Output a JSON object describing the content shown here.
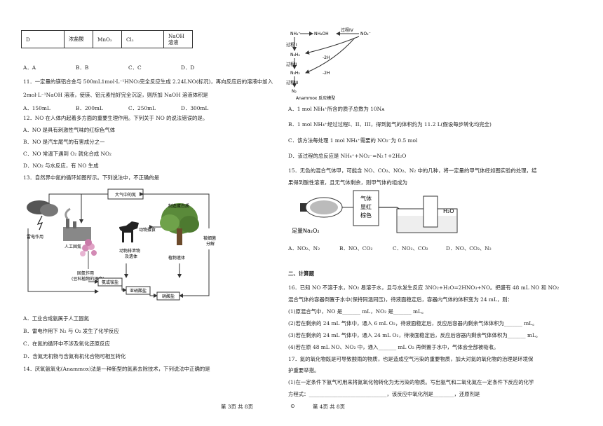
{
  "left": {
    "table_row": [
      "D",
      "浓盐酸",
      "MnO₂",
      "Cl₂",
      "NaOH 溶液"
    ],
    "q10_opts": [
      "A．A",
      "B．B",
      "C．C",
      "D．D"
    ],
    "q11_line1": "11．一定量的镁铝合金与 500mL1mol·L⁻¹HNO₃完全反应生成 2.24LNO(标况)，再向反应后的溶液中加入",
    "q11_line2": "2mol·L⁻¹NaOH 溶液，使镁、铝元素恰好完全沉淀，则所加 NaOH 溶液体积是",
    "q11_opts": [
      "A．150mL",
      "B．200mL",
      "C．250mL",
      "D．300mL"
    ],
    "q12_stem": "12．NO 在人体内起着多方面的重要生理作用。下列关于 NO 的说法错误的是。",
    "q12_opts": [
      "A．NO 是具有刺激性气味的红棕色气体",
      "B．NO 是汽车尾气的有害成分之一",
      "C．NO 常温下遇到 O₂ 就化合成 NO₂",
      "D．NO₂ 与水反应，有 NO 生成"
    ],
    "q13_stem": "13．自然界中氮的循环如图所示。下列说法中，不正确的是",
    "fig13": {
      "top": "大气中的氮",
      "lightning": "雷电作用",
      "artificial": "人工固氮",
      "fixation": "固氮作用",
      "legume": "(豆科植物的根瘤)",
      "animal_protein": "动物摄食",
      "excreta": "动物排泄物",
      "remains": "及遗体",
      "plant_remains": "植物遗体",
      "make_protein": "制造蛋白质",
      "bacteria1": "被细菌",
      "bacteria2": "分解",
      "ammonium": "氨或铵盐",
      "nitrite": "亚硝酸盐",
      "nitrate": "硝酸盐"
    },
    "q13_opts": [
      "A．工业合成氨属于人工固氮",
      "B．雷电作用下 N₂ 与 O₂ 发生了化学反应",
      "C．在氮的循环中不涉及氧化还原反应",
      "D．含氮无机物与含氮有机化合物可相互转化"
    ],
    "q14_stem": "14．厌氧氨氧化(Anammox)法是一种新型的氮素去除技术，下列说法中正确的是",
    "footer": "第 3页  共 8页"
  },
  "right": {
    "fig14": {
      "nh4": "NH₄⁺",
      "nh2oh": "NH₂OH",
      "proc4": "过程IV",
      "no2": "NO₂⁻",
      "proc1": "过程 I",
      "n2h4": "N₂H₄",
      "proc2": "过程II",
      "n2h2": "N₂H₂",
      "proc3": "过程III",
      "n2": "N₂",
      "minus2h_a": "-2H",
      "minus2h_b": "-2H",
      "caption": "Anammox 反应模型"
    },
    "q14_opts": [
      "A．1 mol NH₄⁺所含的质子总数为 10Nᴀ",
      "B．1 mol NH₄⁺经过过程I、II、III，得到氮气的体积约为 11.2 L(假设每步转化均完全)",
      "C．该方法每处理 1 mol NH₄⁺需要的 NO₂⁻为 0.5 mol",
      "D．该过程的总反应是 NH₄⁺+NO₂⁻=N₂↑+2H₂O"
    ],
    "q15_line1": "15．无色的混合气体甲，可能含 NO、CO₂、NO₂、N₂ 中的几种，将一定量的甲气体经如图实验的处理，结",
    "q15_line2": "果得到酸性溶液，且无气体剩余，则甲气体的组成为",
    "fig15": {
      "na2o2": "足量Na₂O₂",
      "gas1": "气体",
      "gas2": "显红",
      "gas3": "棕色",
      "h2o": "H₂O"
    },
    "q15_opts": [
      "A．NO₂、N₂",
      "B．NO、CO₂",
      "C．NO₂、CO₂",
      "D．NO、CO₂、N₂"
    ],
    "section2": "二、计算题",
    "q16_line1": "16．已知 NO 不溶于水，NO₂ 易溶于水，且与水发生反应 3NO₂+H₂O=2HNO₃+NO。把盛有 48 mL NO 和 NO₂",
    "q16_line2": "混合气体的容器倒置于水中(保持同温同压)，待液面稳定后，容器内气体的体积变为 24 mL，则：",
    "q16_p1": "(1)原混合气中，NO 是_______ mL，NO₂ 是_______ mL。",
    "q16_p2": "(2)若在剩余的 24 mL 气体中，通入 6 mL O₂，待液面稳定后，反应后容器内剩余气体体积为_______ mL。",
    "q16_p3": "(3)若在剩余的 24 mL 气体中，通入 24 mL O₂，待液面稳定后，反应后容器内剩余气体体积为_______ mL。",
    "q16_p4": "(4)若在原 48 mL NO、NO₂ 中，通入_______ mL O₂ 再倒置于水中，气体会全部被吸收。",
    "q17_line1": "17．氮的氧化物既是可导致酸雨的物质，也是造成空气污染的重要物质，加大对氮的氧化物的治理是环境保",
    "q17_line2": "护重要举措。",
    "q17_line3": "(1)在一定条件下氨气可用来将氮氧化物转化为无污染的物质。写出氨气和二氧化氮在一定条件下反应的化学",
    "q17_line4": "方程式：______________________________，该反应中氧化剂是________，还原剂是",
    "footer": "第 4页  共 8页"
  }
}
